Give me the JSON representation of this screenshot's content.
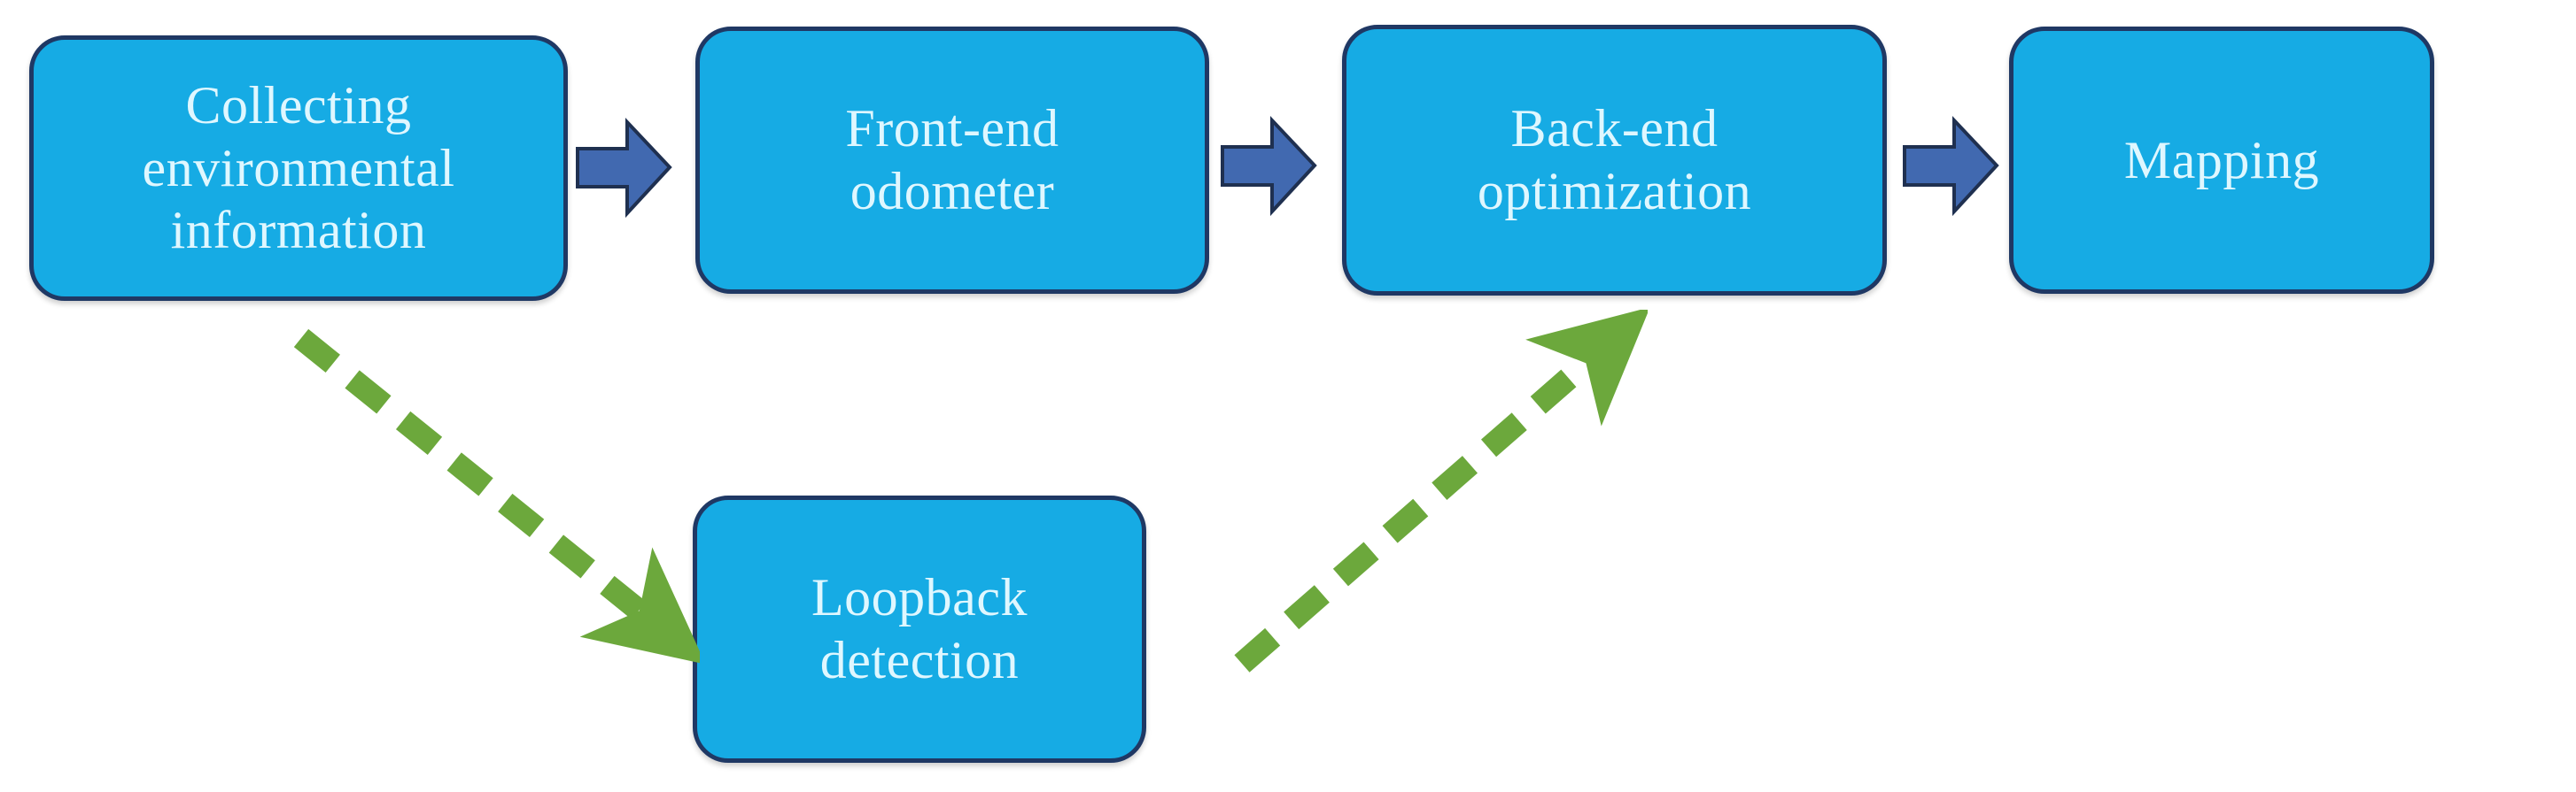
{
  "diagram": {
    "title": "SLAM pipeline flowchart",
    "background_color": "#ffffff",
    "node_fill_color": "#16ABE4",
    "node_border_color": "#1F3864",
    "node_text_color": "#DFF7FF",
    "solid_arrow_color": "#4169B0",
    "dashed_arrow_color": "#6CA83C",
    "nodes": [
      {
        "id": "collecting",
        "label": "Collecting\nenvironmental\ninformation"
      },
      {
        "id": "frontend",
        "label": "Front-end\nodometer"
      },
      {
        "id": "backend",
        "label": "Back-end\noptimization"
      },
      {
        "id": "mapping",
        "label": "Mapping"
      },
      {
        "id": "loopback",
        "label": "Loopback\ndetection"
      }
    ],
    "connectors": [
      {
        "id": "arrow-1",
        "style": "solid-block",
        "from": "collecting",
        "to": "frontend",
        "direction": "right",
        "color": "#4169B0"
      },
      {
        "id": "arrow-2",
        "style": "solid-block",
        "from": "frontend",
        "to": "backend",
        "direction": "right",
        "color": "#4169B0"
      },
      {
        "id": "arrow-3",
        "style": "solid-block",
        "from": "backend",
        "to": "mapping",
        "direction": "right",
        "color": "#4169B0"
      },
      {
        "id": "arrow-4",
        "style": "dashed",
        "from": "collecting",
        "to": "loopback",
        "direction": "down-right",
        "color": "#6CA83C"
      },
      {
        "id": "arrow-5",
        "style": "dashed",
        "from": "loopback",
        "to": "backend",
        "direction": "up-right",
        "color": "#6CA83C"
      }
    ]
  }
}
